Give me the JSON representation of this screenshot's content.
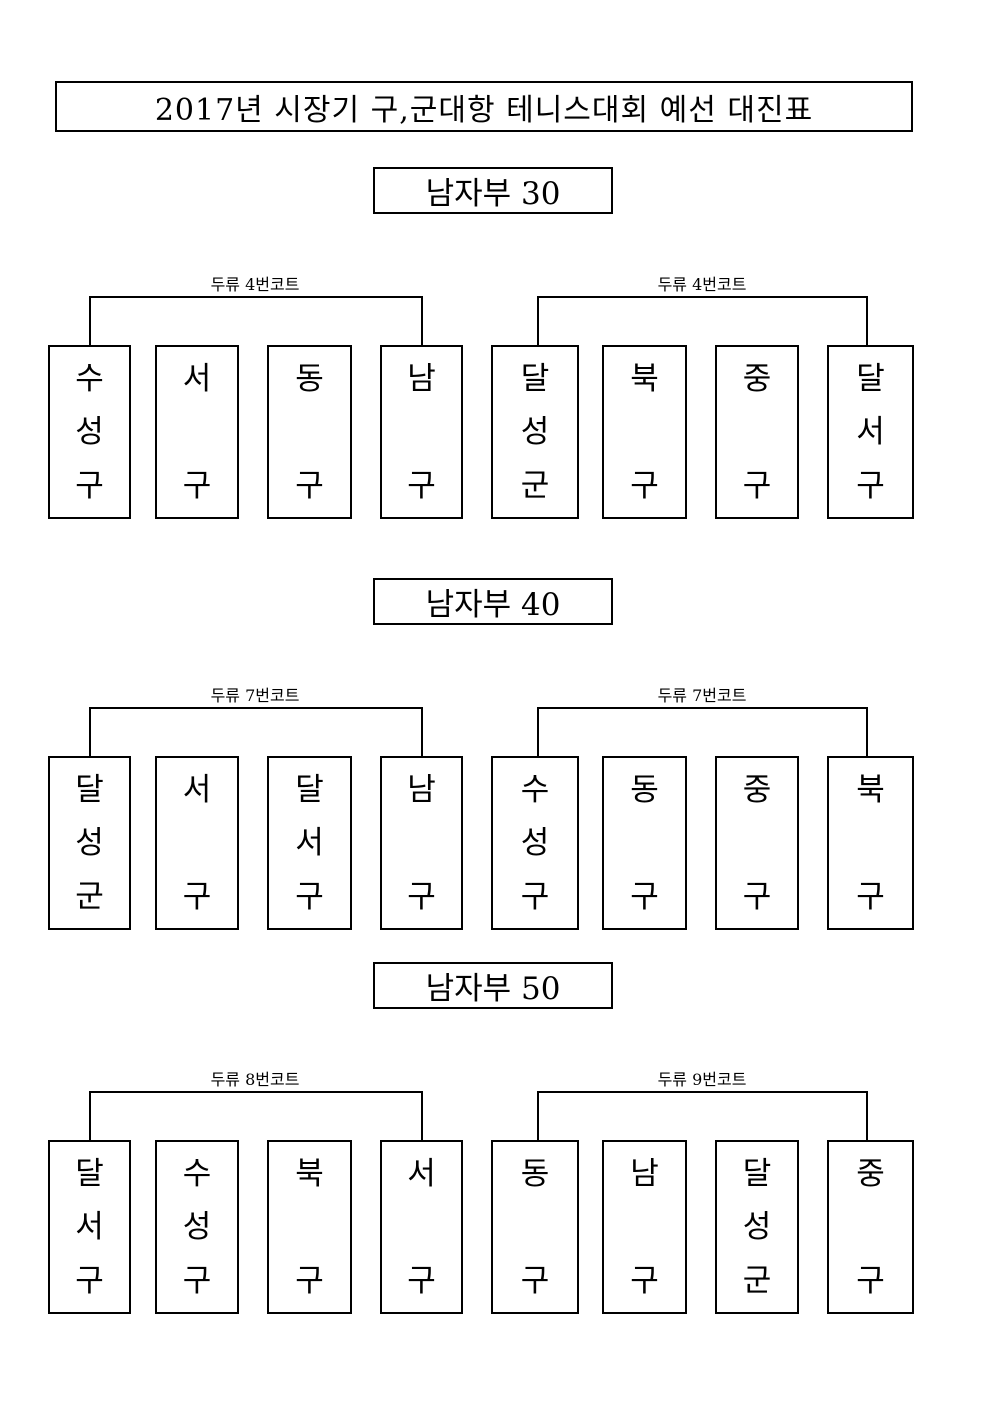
{
  "title": "2017년 시장기 구,군대항 테니스대회 예선 대진표",
  "sections": [
    {
      "heading": "남자부 30",
      "groups": [
        {
          "court": "두류 4번코트",
          "teams": [
            [
              "수",
              "성",
              "구"
            ],
            [
              "서",
              "",
              "구"
            ],
            [
              "동",
              "",
              "구"
            ],
            [
              "남",
              "",
              "구"
            ]
          ]
        },
        {
          "court": "두류 4번코트",
          "teams": [
            [
              "달",
              "성",
              "군"
            ],
            [
              "북",
              "",
              "구"
            ],
            [
              "중",
              "",
              "구"
            ],
            [
              "달",
              "서",
              "구"
            ]
          ]
        }
      ]
    },
    {
      "heading": "남자부 40",
      "groups": [
        {
          "court": "두류 7번코트",
          "teams": [
            [
              "달",
              "성",
              "군"
            ],
            [
              "서",
              "",
              "구"
            ],
            [
              "달",
              "서",
              "구"
            ],
            [
              "남",
              "",
              "구"
            ]
          ]
        },
        {
          "court": "두류 7번코트",
          "teams": [
            [
              "수",
              "성",
              "구"
            ],
            [
              "동",
              "",
              "구"
            ],
            [
              "중",
              "",
              "구"
            ],
            [
              "북",
              "",
              "구"
            ]
          ]
        }
      ]
    },
    {
      "heading": "남자부 50",
      "groups": [
        {
          "court": "두류 8번코트",
          "teams": [
            [
              "달",
              "서",
              "구"
            ],
            [
              "수",
              "성",
              "구"
            ],
            [
              "북",
              "",
              "구"
            ],
            [
              "서",
              "",
              "구"
            ]
          ]
        },
        {
          "court": "두류 9번코트",
          "teams": [
            [
              "동",
              "",
              "구"
            ],
            [
              "남",
              "",
              "구"
            ],
            [
              "달",
              "성",
              "군"
            ],
            [
              "중",
              "",
              "구"
            ]
          ]
        }
      ]
    }
  ]
}
